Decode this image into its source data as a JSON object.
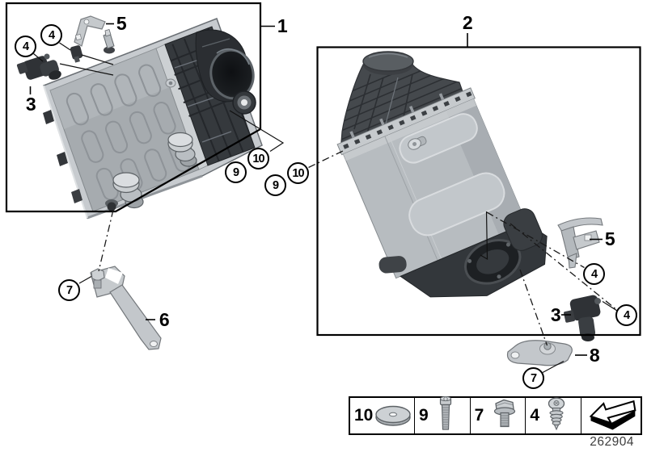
{
  "assembly_boxes": [
    {
      "label": "1"
    },
    {
      "label": "2"
    }
  ],
  "part_labels": [
    {
      "id": "a1-mounting-bracket",
      "text": "5"
    },
    {
      "id": "a1-pressure-sensor",
      "text": "3"
    },
    {
      "id": "a1-support-arm",
      "text": "6"
    },
    {
      "id": "a2-mounting-bracket",
      "text": "5"
    },
    {
      "id": "a2-pressure-sensor",
      "text": "3"
    },
    {
      "id": "a2-support-bracket",
      "text": "8"
    }
  ],
  "callouts": [
    {
      "id": "a1-screw-lower",
      "text": "4"
    },
    {
      "id": "a1-screw-upper",
      "text": "4"
    },
    {
      "id": "a1-hex-bolt",
      "text": "7"
    },
    {
      "id": "fastener-9-left",
      "text": "9"
    },
    {
      "id": "fastener-10-left",
      "text": "10"
    },
    {
      "id": "fastener-9-right",
      "text": "9"
    },
    {
      "id": "fastener-10-right",
      "text": "10"
    },
    {
      "id": "a2-screw-bracket",
      "text": "4"
    },
    {
      "id": "a2-screw-sensor",
      "text": "4"
    },
    {
      "id": "a2-hex-bolt",
      "text": "7"
    }
  ],
  "legend": {
    "items": [
      {
        "number": "10",
        "icon": "washer-icon"
      },
      {
        "number": "9",
        "icon": "torx-bolt-icon"
      },
      {
        "number": "7",
        "icon": "hex-flange-bolt-icon"
      },
      {
        "number": "4",
        "icon": "self-tapping-screw-icon"
      }
    ],
    "arrow_icon": "direction-arrow-icon"
  },
  "footer": {
    "drawing_number": "262904"
  },
  "colors": {
    "line": "#000000",
    "metal_light": "#c7cbcf",
    "metal_mid": "#b0b5b9",
    "plastic_dark": "#33373b"
  }
}
